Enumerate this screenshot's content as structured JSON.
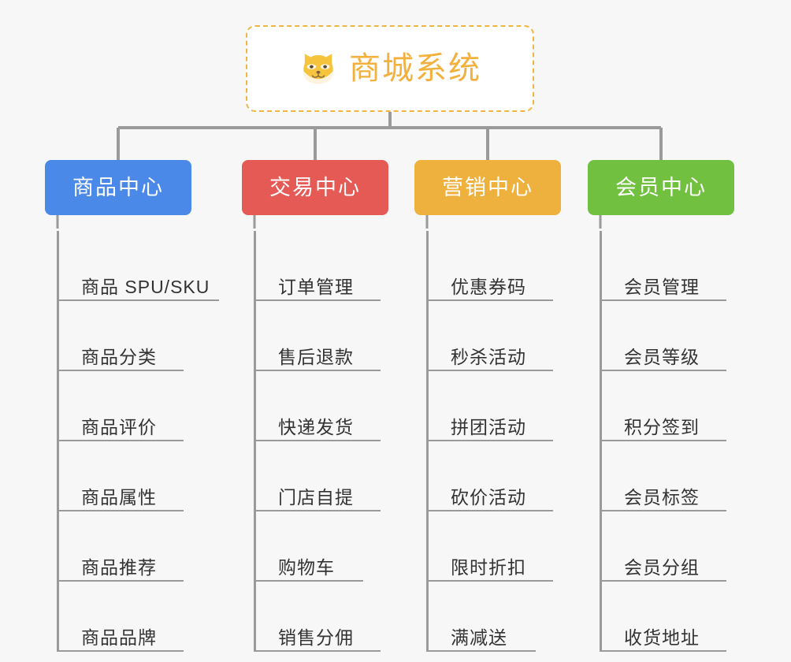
{
  "background_color": "#f7f7f7",
  "root": {
    "title": "商城系统",
    "icon": "shiba-dog-emoji",
    "text_color": "#f2b03c",
    "border_color": "#f2b544",
    "background": "#ffffff"
  },
  "connector_color": "#9a9a9a",
  "columns": [
    {
      "header": "商品中心",
      "color": "#4a89e8",
      "items": [
        "商品 SPU/SKU",
        "商品分类",
        "商品评价",
        "商品属性",
        "商品推荐",
        "商品品牌"
      ]
    },
    {
      "header": "交易中心",
      "color": "#e65a55",
      "items": [
        "订单管理",
        "售后退款",
        "快递发货",
        "门店自提",
        "购物车",
        "销售分佣"
      ]
    },
    {
      "header": "营销中心",
      "color": "#eeb13e",
      "items": [
        "优惠券码",
        "秒杀活动",
        "拼团活动",
        "砍价活动",
        "限时折扣",
        "满减送"
      ]
    },
    {
      "header": "会员中心",
      "color": "#72c040",
      "items": [
        "会员管理",
        "会员等级",
        "积分签到",
        "会员标签",
        "会员分组",
        "收货地址"
      ]
    }
  ]
}
